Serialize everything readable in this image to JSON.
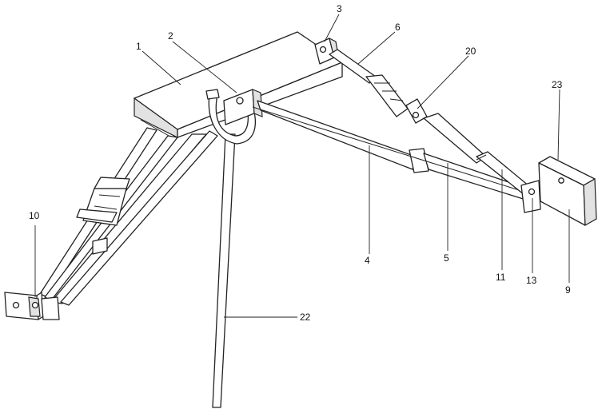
{
  "labels": {
    "l1": "1",
    "l2": "2",
    "l3": "3",
    "l4": "4",
    "l5": "5",
    "l6": "6",
    "l9": "9",
    "l10": "10",
    "l11": "11",
    "l13": "13",
    "l20": "20",
    "l22": "22",
    "l23": "23"
  }
}
